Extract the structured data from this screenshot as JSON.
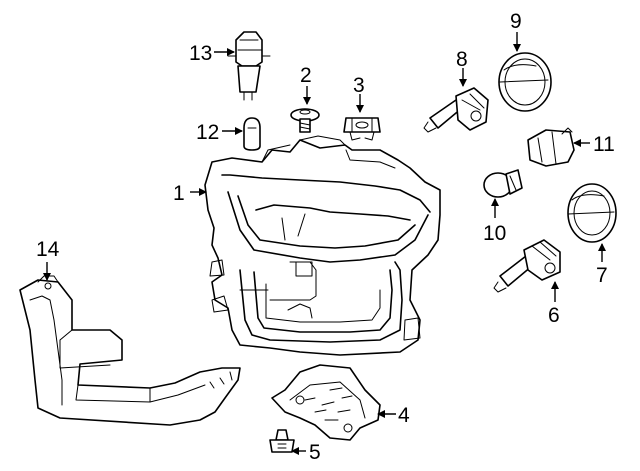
{
  "callouts": {
    "c1": "1",
    "c2": "2",
    "c3": "3",
    "c4": "4",
    "c5": "5",
    "c6": "6",
    "c7": "7",
    "c8": "8",
    "c9": "9",
    "c10": "10",
    "c11": "11",
    "c12": "12",
    "c13": "13",
    "c14": "14"
  },
  "parts": [
    {
      "id": "1",
      "icon": "headlamp-assembly-icon"
    },
    {
      "id": "2",
      "icon": "screw-icon"
    },
    {
      "id": "3",
      "icon": "clip-nut-icon"
    },
    {
      "id": "4",
      "icon": "mounting-bracket-icon"
    },
    {
      "id": "5",
      "icon": "bolt-icon"
    },
    {
      "id": "6",
      "icon": "headlamp-bulb-icon"
    },
    {
      "id": "7",
      "icon": "dust-cap-icon"
    },
    {
      "id": "8",
      "icon": "headlamp-bulb-icon"
    },
    {
      "id": "9",
      "icon": "dust-cap-icon"
    },
    {
      "id": "10",
      "icon": "turn-signal-bulb-icon"
    },
    {
      "id": "11",
      "icon": "bulb-socket-icon"
    },
    {
      "id": "12",
      "icon": "wedge-bulb-icon"
    },
    {
      "id": "13",
      "icon": "bulb-socket-icon"
    },
    {
      "id": "14",
      "icon": "filler-panel-icon"
    }
  ],
  "colors": {
    "line": "#000000",
    "background": "#ffffff"
  }
}
